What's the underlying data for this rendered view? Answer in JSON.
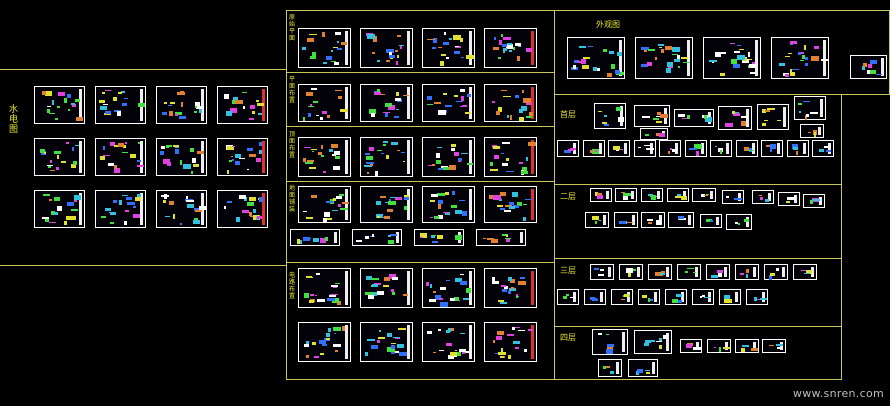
{
  "labels": {
    "left_section": "水电图",
    "s1": "原始平面",
    "s2": "平面布置",
    "s3": "顶面布置",
    "s4": "地面铺装",
    "s5": "电路布置",
    "facade": "外观图",
    "floor1": "首层",
    "floor2": "二层",
    "floor3": "三层",
    "floor4": "四层"
  },
  "watermark": "www.snren.com",
  "colors": {
    "background": "#000000",
    "frame": "#c8c85a",
    "label": "#e6e630",
    "sheet_border": "#ffffff"
  }
}
